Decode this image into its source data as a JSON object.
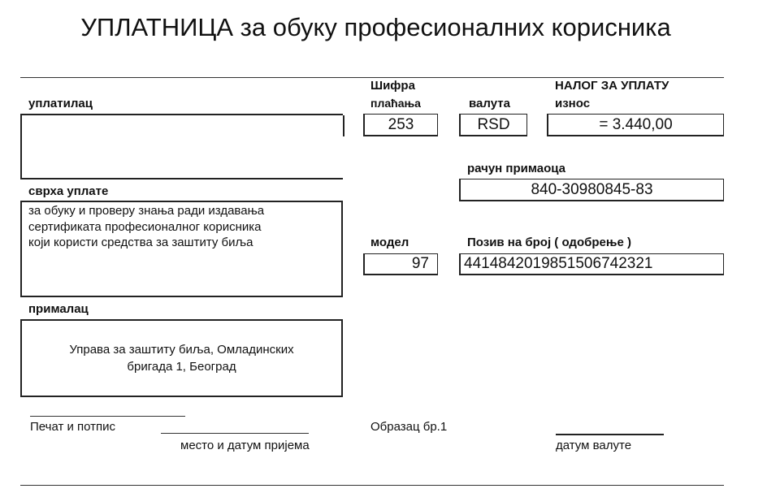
{
  "title": "УПЛАТНИЦА за обуку професионалних корисника",
  "payer": {
    "label": "уплатилац",
    "value": ""
  },
  "purpose": {
    "label": "сврха уплате",
    "lines": [
      "за обуку и проверу знања ради издавања",
      "сертификата професионалног корисника",
      "који користи средства за заштиту биља"
    ]
  },
  "recipient": {
    "label": "прималац",
    "lines": [
      "Управа за заштиту биља, Омладинских",
      "бригада 1, Београд"
    ]
  },
  "payment_code": {
    "label_line1": "Шифра",
    "label_line2": "плаћања",
    "value": "253"
  },
  "currency": {
    "label": "валута",
    "value": "RSD"
  },
  "order_title": "НАЛОГ ЗА УПЛАТУ",
  "amount": {
    "label": "износ",
    "value": "= 3.440,00"
  },
  "account": {
    "label": "рачун примаоца",
    "value": "840-30980845-83"
  },
  "model": {
    "label": "модел",
    "value": "97"
  },
  "reference": {
    "label": "Позив на број ( одобрење )",
    "value": "4414842019851506742321"
  },
  "footer": {
    "stamp": "Печат и потпис",
    "place_date": "место и датум пријема",
    "form_no": "Образац бр.1",
    "value_date": "датум валуте"
  }
}
